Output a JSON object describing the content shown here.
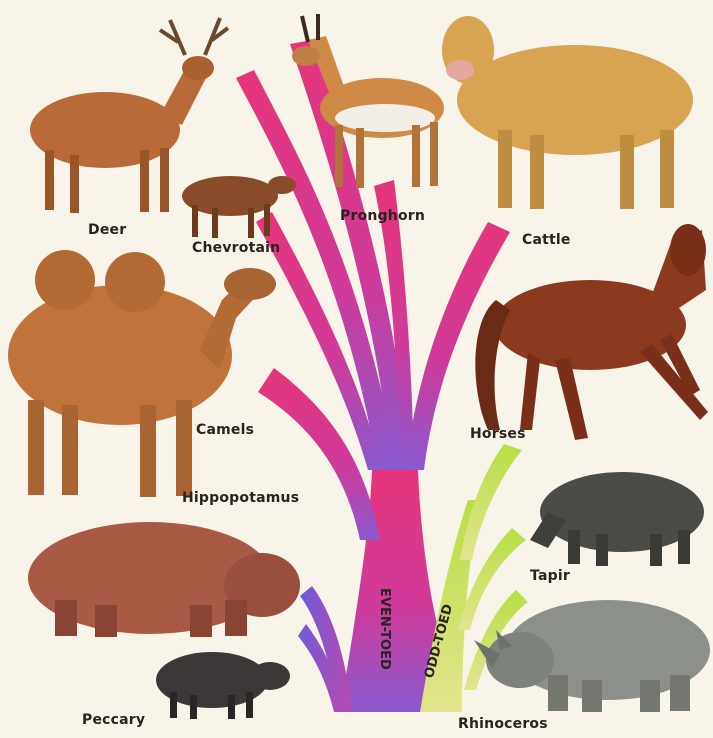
{
  "diagram": {
    "groups": [
      {
        "name": "EVEN-TOED",
        "color_top": "#e8417c",
        "color_bottom": "#9b55c9"
      },
      {
        "name": "ODD-TOED",
        "color_top": "#b9e04f",
        "color_bottom": "#d6e080"
      }
    ],
    "animals": {
      "deer": "Deer",
      "chevrotain": "Chevrotain",
      "pronghorn": "Pronghorn",
      "cattle": "Cattle",
      "camels": "Camels",
      "hippopotamus": "Hippopotamus",
      "peccary": "Peccary",
      "horses": "Horses",
      "tapir": "Tapir",
      "rhinoceros": "Rhinoceros"
    }
  }
}
